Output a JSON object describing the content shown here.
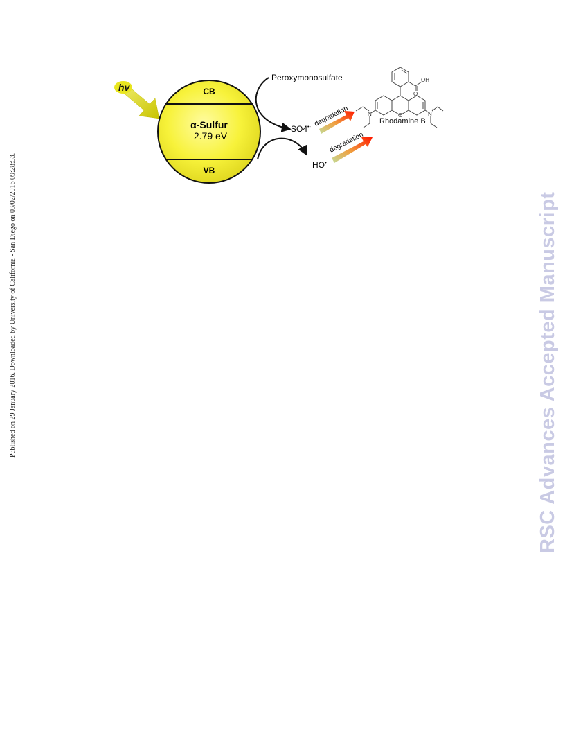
{
  "side_note": "Published on 29 January 2016. Downloaded by University of California - San Diego on 03/02/2016 09:28:53.",
  "watermark": "RSC Advances Accepted Manuscript",
  "scheme": {
    "light_label": "hv",
    "cb_label": "CB",
    "vb_label": "VB",
    "material_label": "α-Sulfur",
    "bandgap_label": "2.79 eV",
    "oxidant_label": "Peroxymonosulfate",
    "sulfate_radical": "SO4",
    "sulfate_charge": "•-",
    "hydroxyl_radical": "HO",
    "hydroxyl_dot": "•",
    "degradation_label_1": "degradation",
    "degradation_label_2": "degradation",
    "dye_label": "Rhodamine B",
    "oh_label": "OH",
    "o_carbonyl": "O",
    "o_ring": "O",
    "n_left": "N",
    "n_right": "N",
    "n_plus": "+",
    "colors": {
      "sphere": "#f7f23a",
      "light_arrow": "#d8d400",
      "degradation_start": "#b9d48a",
      "degradation_end": "#ff1a00"
    }
  }
}
